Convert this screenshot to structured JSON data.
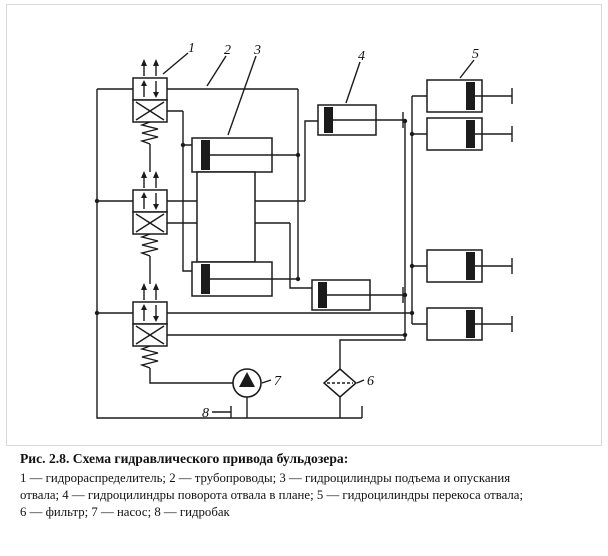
{
  "figure": {
    "title": "Рис. 2.8. Схема гидравлического привода бульдозера:",
    "legend": [
      "1 — гидрораспределитель; 2 — трубопроводы; 3 — гидроцилиндры подъема и опускания",
      "отвала; 4 — гидроцилиндры поворота отвала в плане; 5 — гидроцилиндры перекоса отвала;",
      "6 — фильтр; 7 — насос; 8 — гидробак"
    ]
  },
  "callouts": {
    "distributor": "1",
    "pipelines": "2",
    "lift_cylinders": "3",
    "tilt_cylinders": "4",
    "skew_cylinders": "5",
    "filter": "6",
    "pump": "7",
    "tank": "8"
  },
  "colors": {
    "ink": "#1b1b1b",
    "paper": "#ffffff",
    "border": "#d9d9d9"
  }
}
